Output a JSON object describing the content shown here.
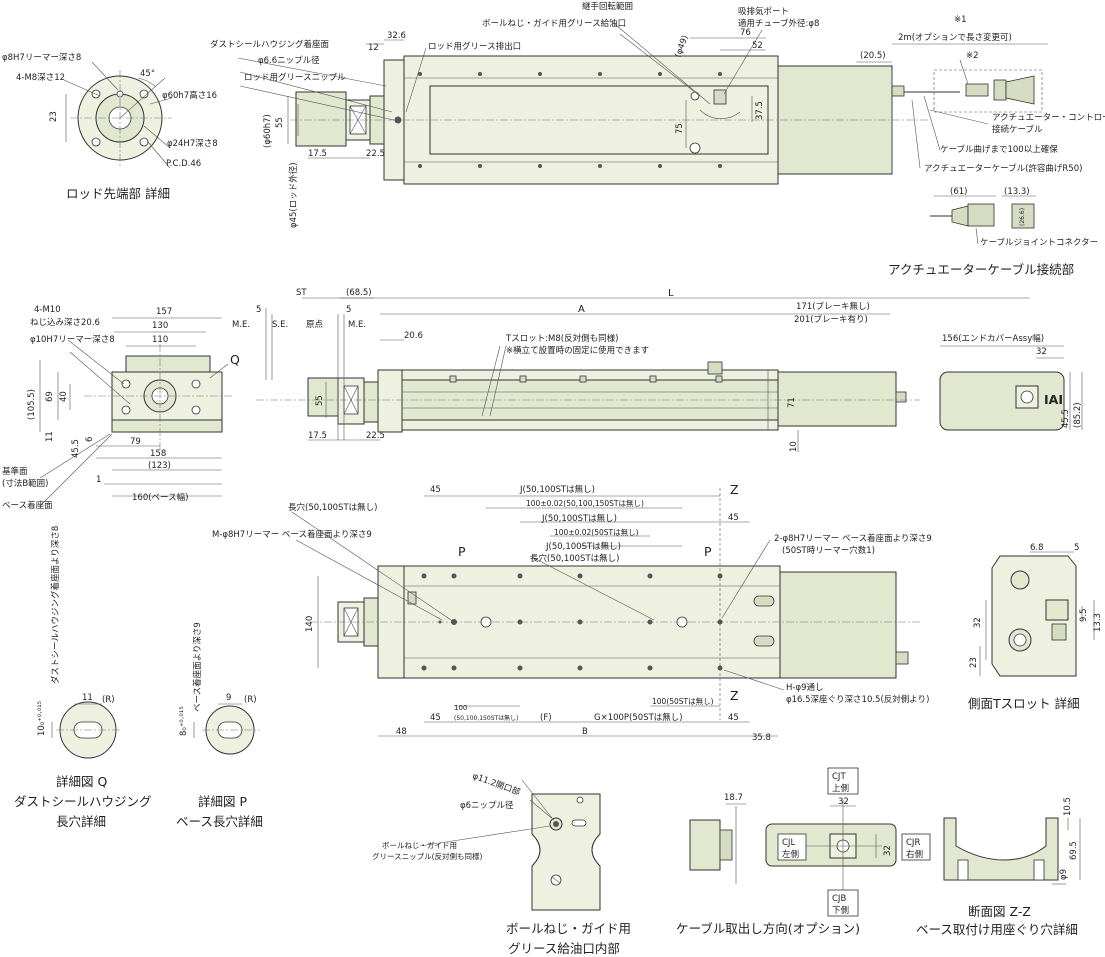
{
  "labels": {
    "rod_reamer": "φ8H7リーマー深さ8",
    "rod_m8": "4-M8深さ12",
    "rod_45deg": "45°",
    "rod_23": "23",
    "rod_phi60": "φ60h7高さ16",
    "rod_phi24": "φ24H7深さ8",
    "rod_pcd": "P.C.D.46",
    "rod_detail_title": "ロッド先端部 詳細",
    "dust_seal_face": "ダストシールハウジング着座面",
    "nipple_dia": "φ6.6ニップル径",
    "rod_grease_nipple": "ロッド用グリースニップル",
    "rod_grease_exhaust": "ロッド用グリース排出口",
    "dim_12": "12",
    "dim_32_6": "32.6",
    "dim_phi60h7": "(φ60h7)",
    "dim_55": "55",
    "dim_17_5": "17.5",
    "dim_22_5": "22.5",
    "dim_phi45": "φ45(ロッド外径)",
    "joint_rotation": "継手回転範囲",
    "grease_port": "ボールねじ・ガイド用グリース給油口",
    "intake_port": "吸排気ポート",
    "tube_dia": "適用チューブ外径:φ8",
    "dim_phi49": "(φ49)",
    "dim_76": "76",
    "dim_52": "52",
    "dim_37_5": "37.5",
    "dim_75": "75",
    "note_1": "※1",
    "note_2": "※2",
    "dim_20_5": "(20.5)",
    "cable_2m": "2m(オプションで長さ変更可)",
    "controller_cable_1": "アクチュエーター・コントローラー",
    "controller_cable_2": "接続ケーブル",
    "bend_100": "ケーブル曲げまで100以上確保",
    "actuator_cable": "アクチュエーターケーブル(許容曲げR50)",
    "dim_61": "(61)",
    "dim_13_3": "(13.3)",
    "dim_26_6": "(26.6)",
    "joint_connector": "ケーブルジョイントコネクター",
    "cable_conn_title": "アクチュエーターケーブル接続部",
    "front_m10_1": "4-M10",
    "front_m10_2": "ねじ込み深さ20.6",
    "front_reamer10": "φ10H7リーマー深さ8",
    "dim_157": "157",
    "dim_130": "130",
    "dim_110": "110",
    "label_q": "Q",
    "dim_105_5": "(105.5)",
    "dim_69": "69",
    "dim_40": "40",
    "dim_11": "11",
    "dim_45_5": "45.5",
    "dim_6": "6",
    "dim_79": "79",
    "dim_158": "158",
    "dim_123": "(123)",
    "dim_1": "1",
    "dim_160": "160(ベース幅)",
    "ref_face_1": "基準面",
    "ref_face_2": "(寸法B範囲)",
    "base_face": "ベース着座面",
    "dim_st": "ST",
    "dim_68_5": "(68.5)",
    "dim_5a": "5",
    "dim_5b": "5",
    "me_1": "M.E.",
    "se": "S.E.",
    "origin": "原点",
    "me_2": "M.E.",
    "dim_a": "A",
    "dim_l": "L",
    "dim_171": "171(ブレーキ無し)",
    "dim_201": "201(ブレーキ有り)",
    "dim_20_6": "20.6",
    "tslot_1": "Tスロット:M8(反対側も同様)",
    "tslot_2": "※横立て設置時の固定に使用できます",
    "dim_55b": "55",
    "dim_71": "71",
    "dim_10": "10",
    "dim_17_5b": "17.5",
    "dim_22_5b": "22.5",
    "endcover_156": "156(エンドカバーAssy幅)",
    "dim_32b": "32",
    "dim_45_5b": "45.5",
    "dim_85_2": "(85.2)",
    "dim_45a": "45",
    "dim_j1": "J(50,100STは無し)",
    "dim_100tol": "100±0.02(50,100,150STは無し)",
    "dim_j2": "J(50,100STは無し)",
    "dim_100tol2": "100±0.02(50STは無し)",
    "dim_j3": "J(50,100STは無し)",
    "slot_long": "長穴(50,100STは無し)",
    "slot_long2": "長穴(50,100STは無し)",
    "m_reamer": "M-φ8H7リーマー ベース着座面より深さ9",
    "two_reamer_1": "2-φ8H7リーマー ベース着座面より深さ9",
    "two_reamer_2": "(50ST時リーマー穴数1)",
    "label_p1": "P",
    "label_p2": "P",
    "label_z1": "Z",
    "label_z2": "Z",
    "dim_45b": "45",
    "dim_140": "140",
    "dim_100a_1": "100",
    "dim_100a_2": "(50,100,150STは無し)",
    "dim_100b": "100(50STは無し)",
    "h_hole_1": "H-φ9通し",
    "h_hole_2": "φ16.5深座ぐり深さ10.5(反対側より)",
    "dim_45c": "45",
    "dim_f": "(F)",
    "dim_gx100p": "G×100P(50STは無し)",
    "dim_45d": "45",
    "dim_48": "48",
    "dim_b": "B",
    "dim_35_8": "35.8",
    "side_6_8": "6.8",
    "side_5": "5",
    "side_32": "32",
    "side_23": "23",
    "side_9_5": "9.5",
    "side_13_3": "13.3",
    "side_title": "側面Tスロット 詳細",
    "q_dim": "10₀⁺⁰·⁰¹⁵",
    "q_note": "ダストシールハウジング着座面より深さ8",
    "q_11": "11",
    "q_r": "(R)",
    "q_title_1": "詳細図 Q",
    "q_title_2": "ダストシールハウジング",
    "q_title_3": "長穴詳細",
    "p_dim": "8₀⁺⁰·⁰¹⁵",
    "p_note": "ベース着座面より深さ9",
    "p_9": "9",
    "p_r": "(R)",
    "p_title_1": "詳細図 P",
    "p_title_2": "ベース長穴詳細",
    "inner_11_2": "φ11.2開口部",
    "inner_6": "φ6ニップル径",
    "inner_nipple_1": "ボールねじ・ガイド用",
    "inner_nipple_2": "グリースニップル(反対側も同様)",
    "inner_title_1": "ボールねじ・ガイド用",
    "inner_title_2": "グリース給油口内部",
    "cable_18_7": "18.7",
    "cjt_1": "CJT",
    "cjt_2": "上側",
    "cjl_1": "CJL",
    "cjl_2": "左側",
    "cjr_1": "CJR",
    "cjr_2": "右側",
    "cjb_1": "CJB",
    "cjb_2": "下側",
    "cable_32a": "32",
    "cable_32b": "32",
    "cable_title": "ケーブル取出し方向(オプション)",
    "zz_10_5": "10.5",
    "zz_69_5": "69.5",
    "zz_phi9": "φ9",
    "zz_title_1": "断面図 Z-Z",
    "zz_title_2": "ベース取付け用座ぐり穴詳細"
  }
}
